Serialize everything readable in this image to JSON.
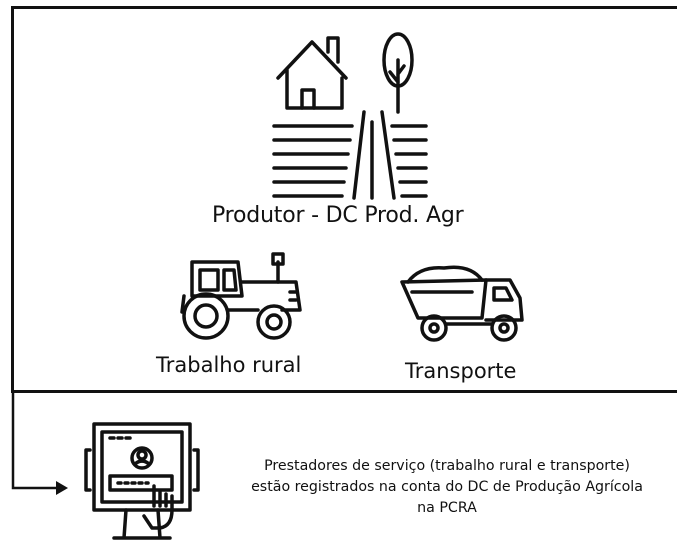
{
  "top_panel": {
    "farm_label": "Produtor - DC Prod. Agr",
    "tractor_label": "Trabalho rural",
    "truck_label": "Transporte"
  },
  "bottom_panel": {
    "description_lines": [
      "Prestadores de serviço (trabalho rural e transporte)",
      "estão registrados na conta do DC de Produção Agrícola",
      "na PCRA"
    ]
  },
  "icons": [
    "farm-house-icon",
    "tractor-icon",
    "dump-truck-icon",
    "computer-user-login-icon",
    "arrow-right-icon"
  ]
}
